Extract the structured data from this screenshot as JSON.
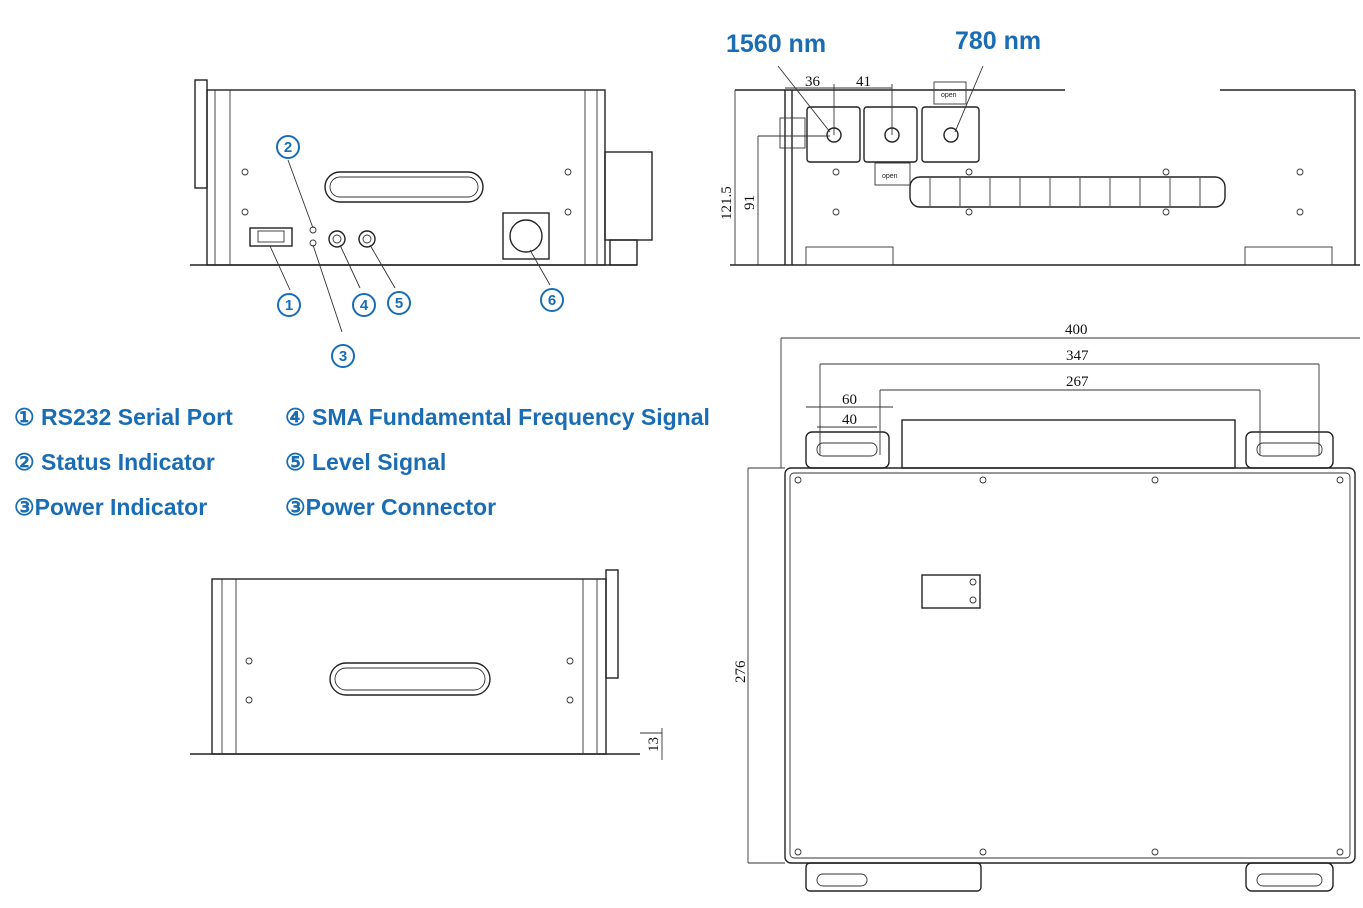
{
  "wavelengths": {
    "a": "1560 nm",
    "b": "780 nm"
  },
  "callouts": [
    "①",
    "②",
    "③",
    "④",
    "⑤",
    "⑥"
  ],
  "callout_numbers": [
    "1",
    "2",
    "3",
    "4",
    "5",
    "6"
  ],
  "legend": [
    "① RS232 Serial Port",
    "② Status Indicator",
    "③Power Indicator",
    "④ SMA Fundamental Frequency Signal",
    "⑤ Level Signal",
    "③Power Connector"
  ],
  "dimensions": {
    "d36": "36",
    "d41": "41",
    "h121": "121.5",
    "h91": "91",
    "w400": "400",
    "w347": "347",
    "w267": "267",
    "w60": "60",
    "w40": "40",
    "h276": "276",
    "h13": "13"
  },
  "tags": {
    "open": "open"
  },
  "colors": {
    "accent": "#1a6db5",
    "line": "#222222"
  }
}
